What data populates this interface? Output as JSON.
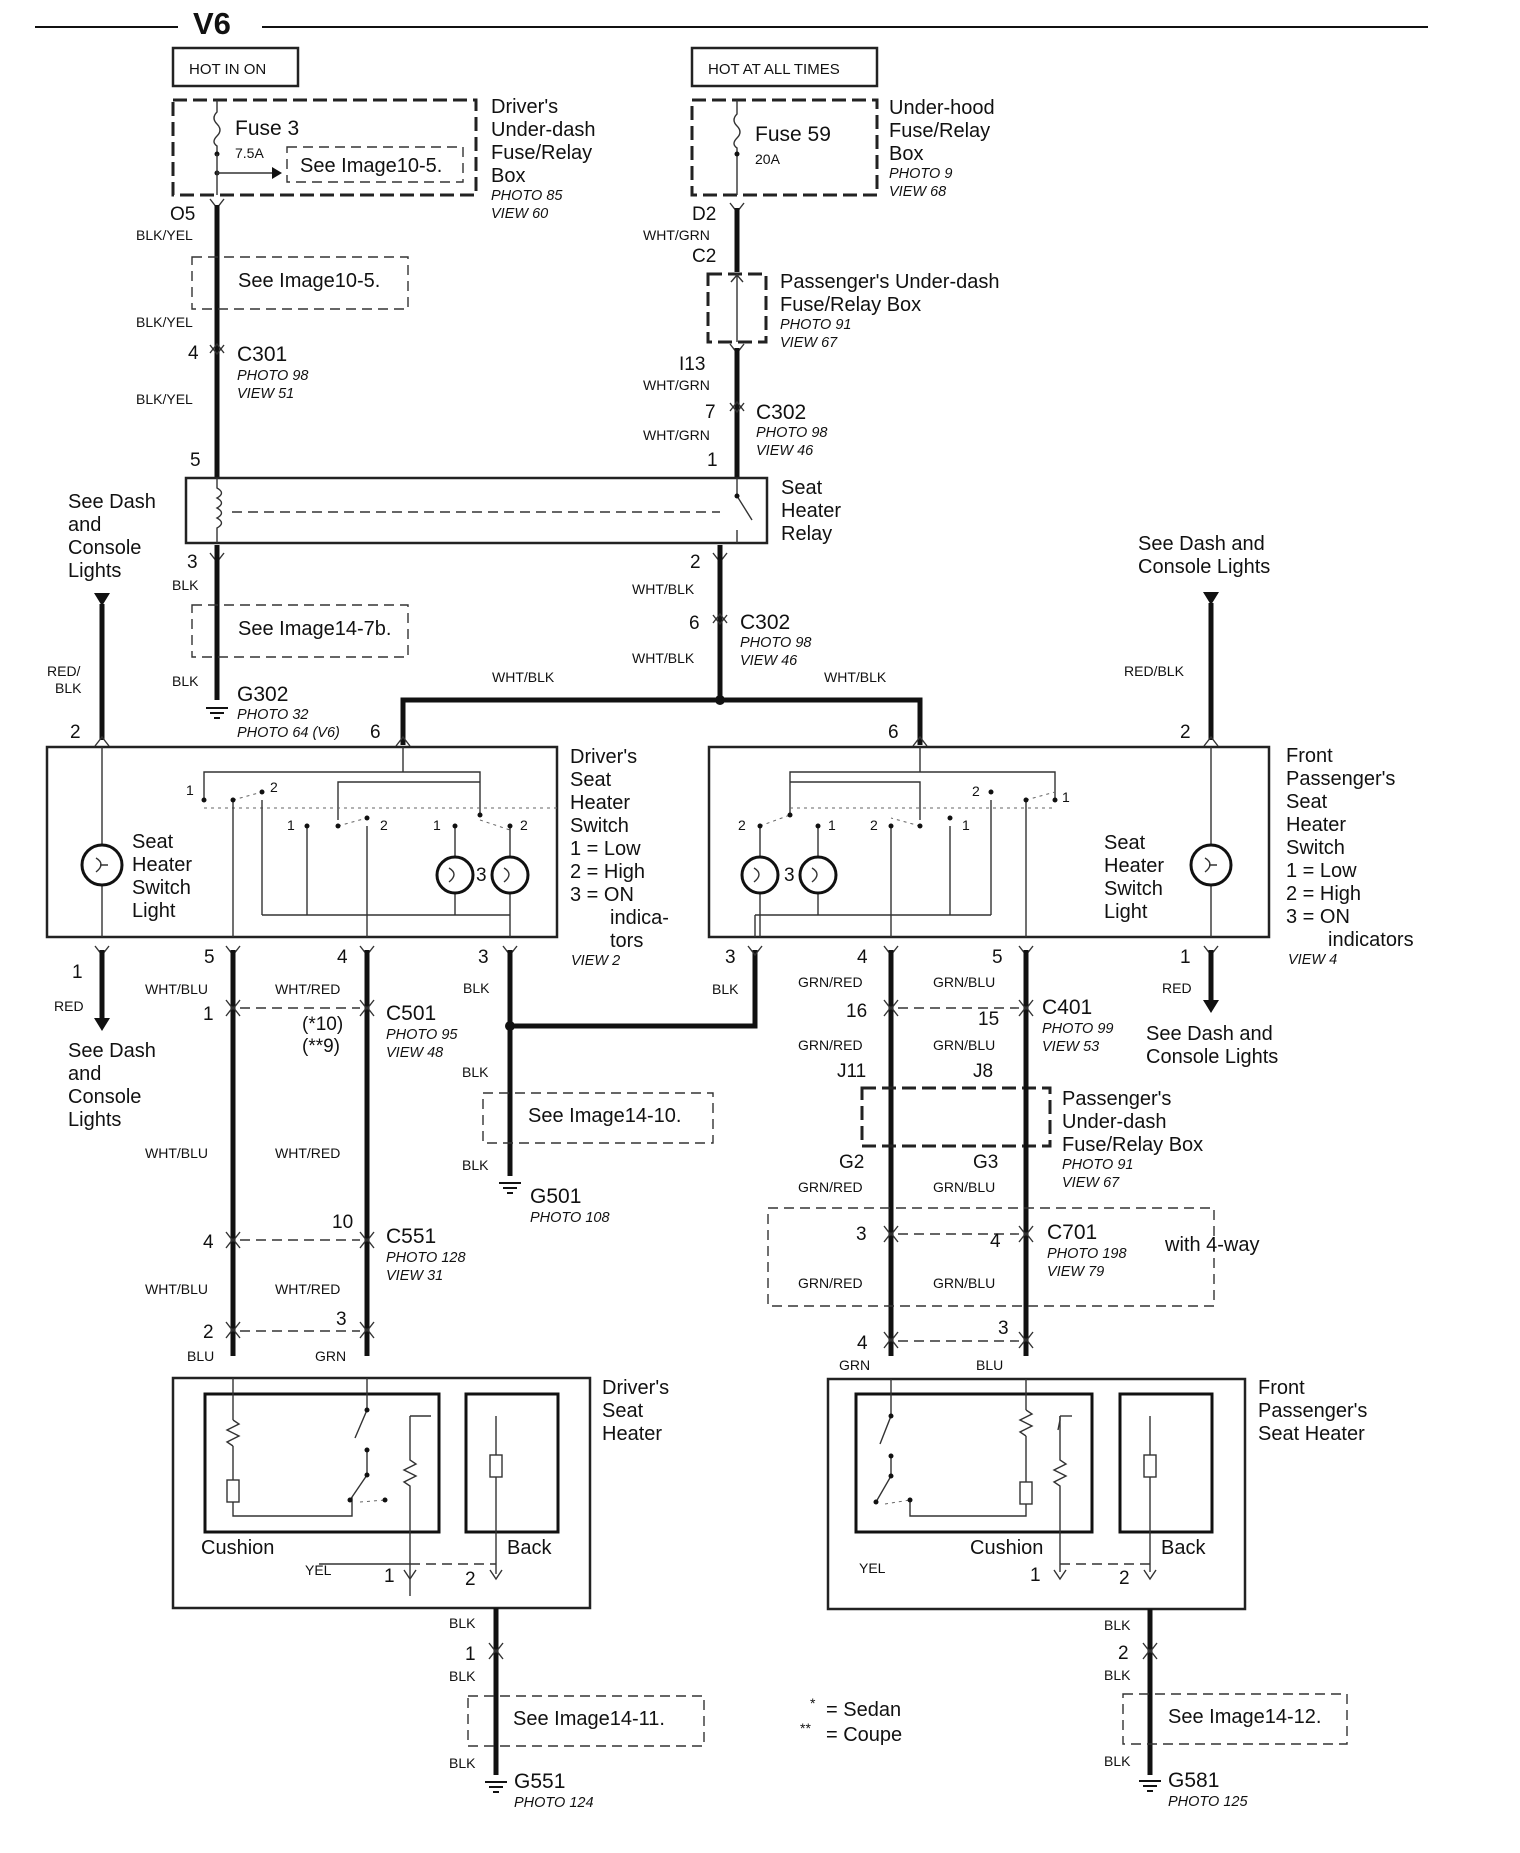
{
  "header": {
    "title": "V6"
  },
  "power": {
    "hot_in_on": "HOT IN ON",
    "hot_at_all_times": "HOT AT ALL TIMES"
  },
  "fuses": {
    "fuse3": {
      "name": "Fuse 3",
      "rating": "7.5A"
    },
    "fuse59": {
      "name": "Fuse 59",
      "rating": "20A"
    }
  },
  "boxes": {
    "drivers_underdash": [
      "Driver's",
      "Under-dash",
      "Fuse/Relay",
      "Box"
    ],
    "drivers_underdash_photo": "PHOTO 85",
    "drivers_underdash_view": "VIEW 60",
    "underhood": [
      "Under-hood",
      "Fuse/Relay",
      "Box"
    ],
    "underhood_photo": "PHOTO 9",
    "underhood_view": "VIEW 68",
    "pass_underdash_top": [
      "Passenger's Under-dash",
      "Fuse/Relay Box"
    ],
    "pass_underdash_top_photo": "PHOTO 91",
    "pass_underdash_top_view": "VIEW 67",
    "pass_underdash_bottom": [
      "Passenger's",
      "Under-dash",
      "Fuse/Relay Box"
    ],
    "pass_underdash_bottom_photo": "PHOTO 91",
    "pass_underdash_bottom_view": "VIEW 67"
  },
  "see_refs": {
    "r1": "See Image10-5.",
    "r2": "See Image10-5.",
    "r3": "See Image14-7b.",
    "r4": "See Image14-10.",
    "r5": "See Image14-11.",
    "r6": "See Image14-12."
  },
  "connectors": {
    "c301": {
      "name": "C301",
      "photo": "PHOTO 98",
      "view": "VIEW 51"
    },
    "c302a": {
      "name": "C302",
      "photo": "PHOTO 98",
      "view": "VIEW 46"
    },
    "c302b": {
      "name": "C302",
      "photo": "PHOTO 98",
      "view": "VIEW 46"
    },
    "c501": {
      "name": "C501",
      "photo": "PHOTO 95",
      "view": "VIEW 48",
      "note1": "(*10)",
      "note2": "(**9)"
    },
    "c551": {
      "name": "C551",
      "photo": "PHOTO 128",
      "view": "VIEW 31"
    },
    "c401": {
      "name": "C401",
      "photo": "PHOTO 99",
      "view": "VIEW 53"
    },
    "c701": {
      "name": "C701",
      "photo": "PHOTO 198",
      "view": "VIEW 79",
      "note": "with 4-way"
    }
  },
  "grounds": {
    "g302": {
      "name": "G302",
      "photo1": "PHOTO 32",
      "photo2": "PHOTO 64 (V6)"
    },
    "g501": {
      "name": "G501",
      "photo": "PHOTO 108"
    },
    "g551": {
      "name": "G551",
      "photo": "PHOTO 124"
    },
    "g581": {
      "name": "G581",
      "photo": "PHOTO 125"
    }
  },
  "relay": {
    "label": [
      "Seat",
      "Heater",
      "Relay"
    ]
  },
  "dash_lights": {
    "left_top": [
      "See Dash",
      "and",
      "Console",
      "Lights"
    ],
    "left_bottom": [
      "See Dash",
      "and",
      "Console",
      "Lights"
    ],
    "right_top": [
      "See Dash and",
      "Console Lights"
    ],
    "right_bottom": [
      "See Dash and",
      "Console Lights"
    ]
  },
  "switches": {
    "driver": {
      "title": [
        "Driver's",
        "Seat",
        "Heater",
        "Switch"
      ],
      "legend": [
        "1 = Low",
        "2 = High",
        "3 = ON",
        "indica-",
        "tors"
      ],
      "view": "VIEW 2",
      "light": [
        "Seat",
        "Heater",
        "Switch",
        "Light"
      ]
    },
    "passenger": {
      "title": [
        "Front",
        "Passenger's",
        "Seat",
        "Heater",
        "Switch"
      ],
      "legend": [
        "1 = Low",
        "2 = High",
        "3 = ON",
        "indicators"
      ],
      "view": "VIEW 4",
      "light": [
        "Seat",
        "Heater",
        "Switch",
        "Light"
      ]
    }
  },
  "heaters": {
    "driver": {
      "title": [
        "Driver's",
        "Seat",
        "Heater"
      ],
      "cushion": "Cushion",
      "back": "Back"
    },
    "passenger": {
      "title": [
        "Front",
        "Passenger's",
        "Seat Heater"
      ],
      "cushion": "Cushion",
      "back": "Back"
    }
  },
  "wires": {
    "blk_yel": "BLK/YEL",
    "wht_grn": "WHT/GRN",
    "wht_blk": "WHT/BLK",
    "blk": "BLK",
    "red_blk": "RED/BLK",
    "red_blk_a": "RED/",
    "red_blk_b": "BLK",
    "red": "RED",
    "wht_blu": "WHT/BLU",
    "wht_red": "WHT/RED",
    "blu": "BLU",
    "grn": "GRN",
    "yel": "YEL",
    "grn_red": "GRN/RED",
    "grn_blu": "GRN/BLU"
  },
  "pins": {
    "o5": "O5",
    "d2": "D2",
    "c2": "C2",
    "i13": "I13",
    "p1": "1",
    "p2": "2",
    "p3": "3",
    "p4": "4",
    "p5": "5",
    "p6": "6",
    "p7": "7",
    "p10": "10",
    "p15": "15",
    "p16": "16",
    "j11": "J11",
    "j8": "J8",
    "g2": "G2",
    "g3": "G3"
  },
  "legend": {
    "sedan_mark": "*",
    "sedan": "= Sedan",
    "coupe_mark": "**",
    "coupe": "= Coupe"
  }
}
